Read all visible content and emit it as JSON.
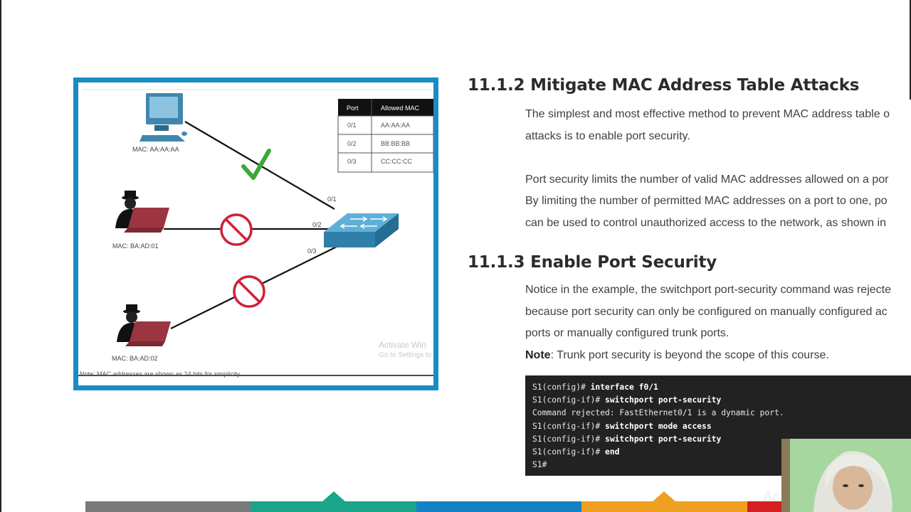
{
  "diagram": {
    "table": {
      "headers": [
        "Port",
        "Allowed MAC"
      ],
      "rows": [
        [
          "0/1",
          "AA:AA:AA"
        ],
        [
          "0/2",
          "BB:BB:BB"
        ],
        [
          "0/3",
          "CC:CC:CC"
        ]
      ]
    },
    "hosts": [
      {
        "label": "MAC: AA:AA:AA",
        "port": "0/1",
        "status": "allowed"
      },
      {
        "label": "MAC: BA:AD:01",
        "port": "0/2",
        "status": "blocked"
      },
      {
        "label": "MAC: BA:AD:02",
        "port": "0/3",
        "status": "blocked"
      }
    ],
    "watermark": {
      "line1": "Activate Win",
      "line2": "Go to Settings to"
    },
    "note": "Note: MAC addresses are shown as 24 bits for simplicity."
  },
  "section1": {
    "heading": "11.1.2 Mitigate MAC Address Table Attacks",
    "para1_line1": "The simplest and most effective method to prevent MAC address table o",
    "para1_line2": "attacks is to enable port security.",
    "para2_line1": "Port security limits the number of valid MAC addresses allowed on a por",
    "para2_line2": "By limiting the number of permitted MAC addresses on a port to one, po",
    "para2_line3": "can be used to control unauthorized access to the network, as shown in"
  },
  "section2": {
    "heading": "11.1.3 Enable Port Security",
    "para1_line1": "Notice in the example, the switchport port-security command was rejecte",
    "para1_line2": "because port security can only be configured on manually configured ac",
    "para1_line3": "ports or manually configured trunk ports.",
    "note_label": "Note",
    "note_text": ": Trunk port security is beyond the scope of this course."
  },
  "code": {
    "lines": [
      {
        "prompt": "S1(config)# ",
        "cmd": "interface f0/1"
      },
      {
        "prompt": "S1(config-if)# ",
        "cmd": "switchport port-security"
      },
      {
        "prompt": "Command rejected: FastEthernet0/1 is a dynamic port.",
        "cmd": ""
      },
      {
        "prompt": "S1(config-if)# ",
        "cmd": "switchport mode access"
      },
      {
        "prompt": "S1(config-if)# ",
        "cmd": "switchport port-security"
      },
      {
        "prompt": "S1(config-if)# ",
        "cmd": "end"
      },
      {
        "prompt": "S1#",
        "cmd": ""
      }
    ]
  },
  "overlay": {
    "watermark_partial": "Ac"
  },
  "colors": {
    "frame": "#1a8cc4",
    "check": "#3aa935",
    "prohibit": "#d0223a",
    "laptop": "#9c3540",
    "switch": "#3c8fb7",
    "bar": [
      "#7a7a7a",
      "#1aa58a",
      "#1580c4",
      "#f0a020",
      "#d42020"
    ]
  }
}
